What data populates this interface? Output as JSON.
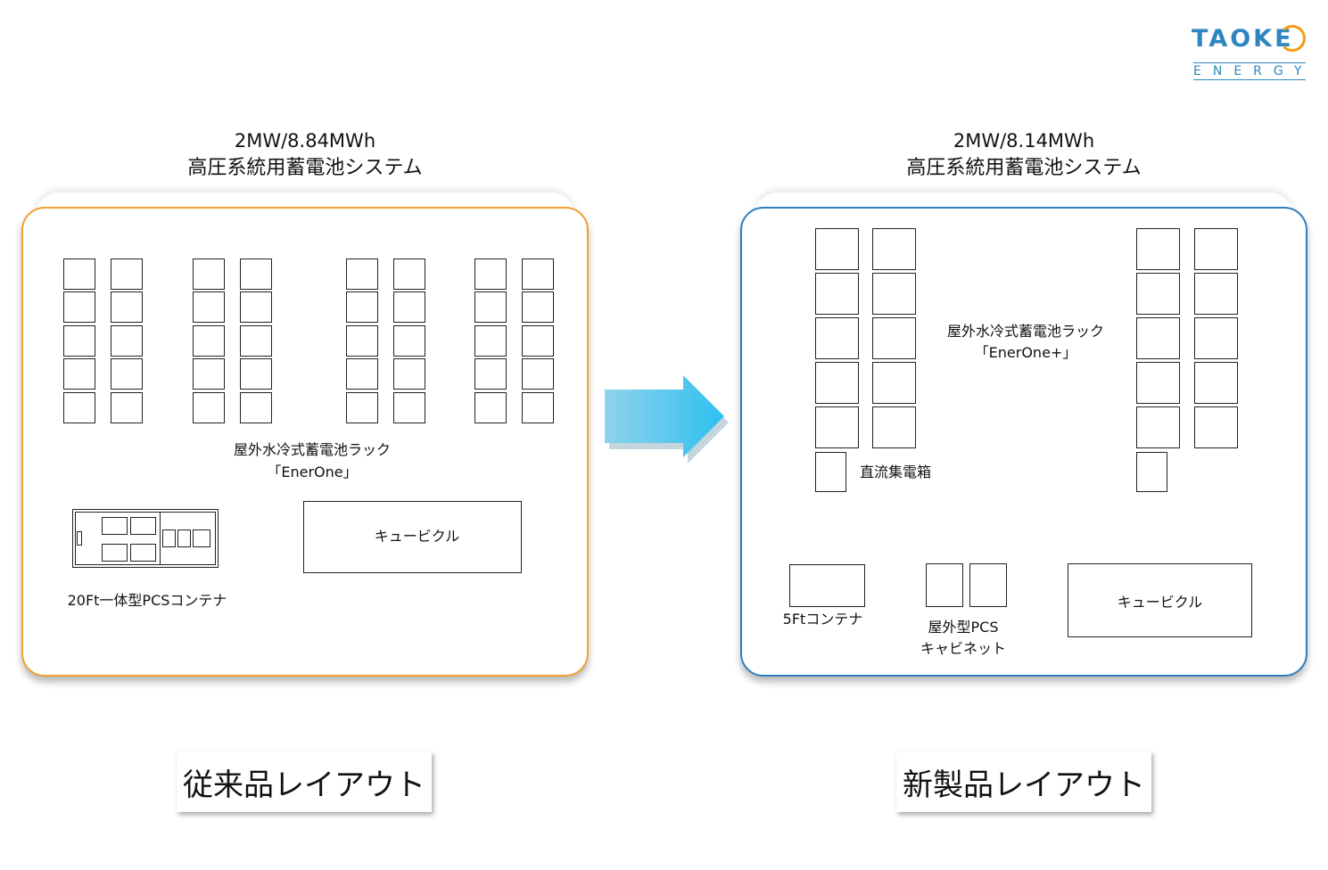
{
  "logo": {
    "brand": "TAOKE",
    "sub": "ENERGY",
    "colors": {
      "primary": "#2e86c1",
      "accent": "#f39c12"
    }
  },
  "left": {
    "capacity": "2MW/8.84MWh",
    "system": "高圧系統用蓄電池システム",
    "rack_label_1": "屋外水冷式蓄電池ラック",
    "rack_label_2": "「EnerOne」",
    "pcs_label": "20Ft一体型PCSコンテナ",
    "cubicle_label": "キュービクル",
    "caption": "従来品レイアウト",
    "border_color": "#f0a030"
  },
  "right": {
    "capacity": "2MW/8.14MWh",
    "system": "高圧系統用蓄電池システム",
    "rack_label_1": "屋外水冷式蓄電池ラック",
    "rack_label_2": "「EnerOne+」",
    "dc_box_label": "直流集電箱",
    "container_label": "5Ftコンテナ",
    "pcs_label_1": "屋外型PCS",
    "pcs_label_2": "キャビネット",
    "cubicle_label": "キュービクル",
    "caption": "新製品レイアウト",
    "border_color": "#2f7fc1"
  },
  "arrow": {
    "color_start": "#8fd3ec",
    "color_end": "#2ec0f0"
  }
}
